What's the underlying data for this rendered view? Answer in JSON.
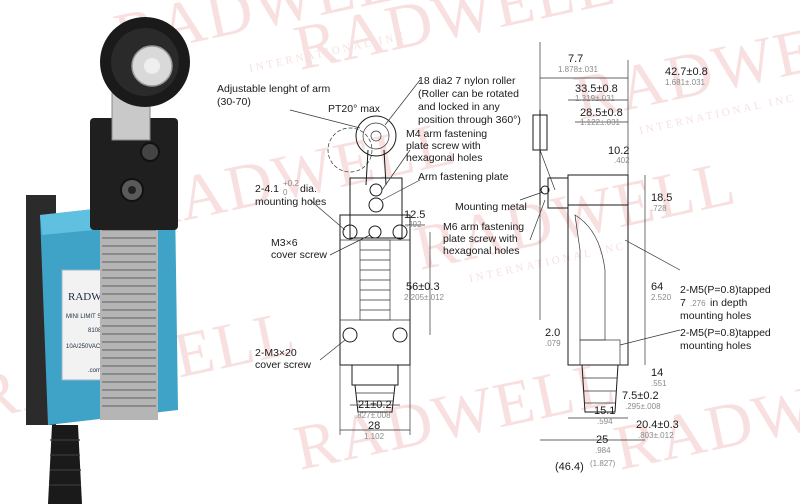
{
  "watermark": {
    "brand": "RADWELL",
    "sub": "INTERNATIONAL INC"
  },
  "product_plate": {
    "brand": "RADWELL",
    "line1": "MINI LIMIT SWITCH",
    "model": "8108",
    "rating": "10A/250VAC",
    "web": ".com"
  },
  "labels": {
    "adjustable_arm": "Adjustable lenght of arm",
    "adjustable_arm_range": "(30-70)",
    "pt": "PT20° max",
    "roller_1": "18 dia2  7 nylon roller",
    "roller_2": "(Roller can be rotated",
    "roller_3": "and locked in any",
    "roller_4": "position through 360°)",
    "m4_1": "M4 arm fastening",
    "m4_2": "plate screw with",
    "m4_3": "hexagonal holes",
    "arm_plate": "Arm fastening plate",
    "mounting_holes_1": "2-4.1",
    "mounting_holes_sup": "+0.2",
    "mounting_holes_sub": "0",
    "mounting_holes_2": "dia.",
    "mounting_holes_3": "mounting holes",
    "m3x6_1": "M3×6",
    "m3x6_2": "cover screw",
    "m3x20_1": "2-M3×20",
    "m3x20_2": "cover screw",
    "mounting_metal": "Mounting metal",
    "m6_1": "M6 arm fastening",
    "m6_2": "plate screw with",
    "m6_3": "hexagonal holes",
    "m5_tapped_1": "2-M5(P=0.8)tapped",
    "m5_tapped_2": "7",
    "m5_tapped_2b": ".276",
    "m5_tapped_2c": "in depth",
    "m5_tapped_3": "mounting holes",
    "m5_holes_1": "2-M5(P=0.8)tapped",
    "m5_holes_2": "mounting holes"
  },
  "dimensions": {
    "d_7_7": "7.7",
    "d_7_7_in": "1.878±.031",
    "d_42_7": "42.7±0.8",
    "d_42_7_in": "1.681±.031",
    "d_33_5": "33.5±0.8",
    "d_33_5_in": "1.319±.031",
    "d_28_5": "28.5±0.8",
    "d_28_5_in": "1.122±.031",
    "d_10_2": "10.2",
    "d_10_2_in": ".402",
    "d_18_5": "18.5",
    "d_18_5_in": ".728",
    "d_12_5": "12.5",
    "d_12_5_in": ".492",
    "d_56": "56±0.3",
    "d_56_in": "2.205±.012",
    "d_64": "64",
    "d_64_in": "2.520",
    "d_2_0": "2.0",
    "d_2_0_in": ".079",
    "d_14": "14",
    "d_14_in": ".551",
    "d_7_5": "7.5±0.2",
    "d_7_5_in": ".295±.008",
    "d_15_1": "15.1",
    "d_15_1_in": ".594",
    "d_20_4": "20.4±0.3",
    "d_20_4_in": ".803±.012",
    "d_21": "21±0.2",
    "d_21_in": ".827±.008",
    "d_28": "28",
    "d_28_in": "1.102",
    "d_25": "25",
    "d_25_in": ".984",
    "d_46_4": "(46.4)",
    "d_46_4_in": "(1.827)"
  }
}
